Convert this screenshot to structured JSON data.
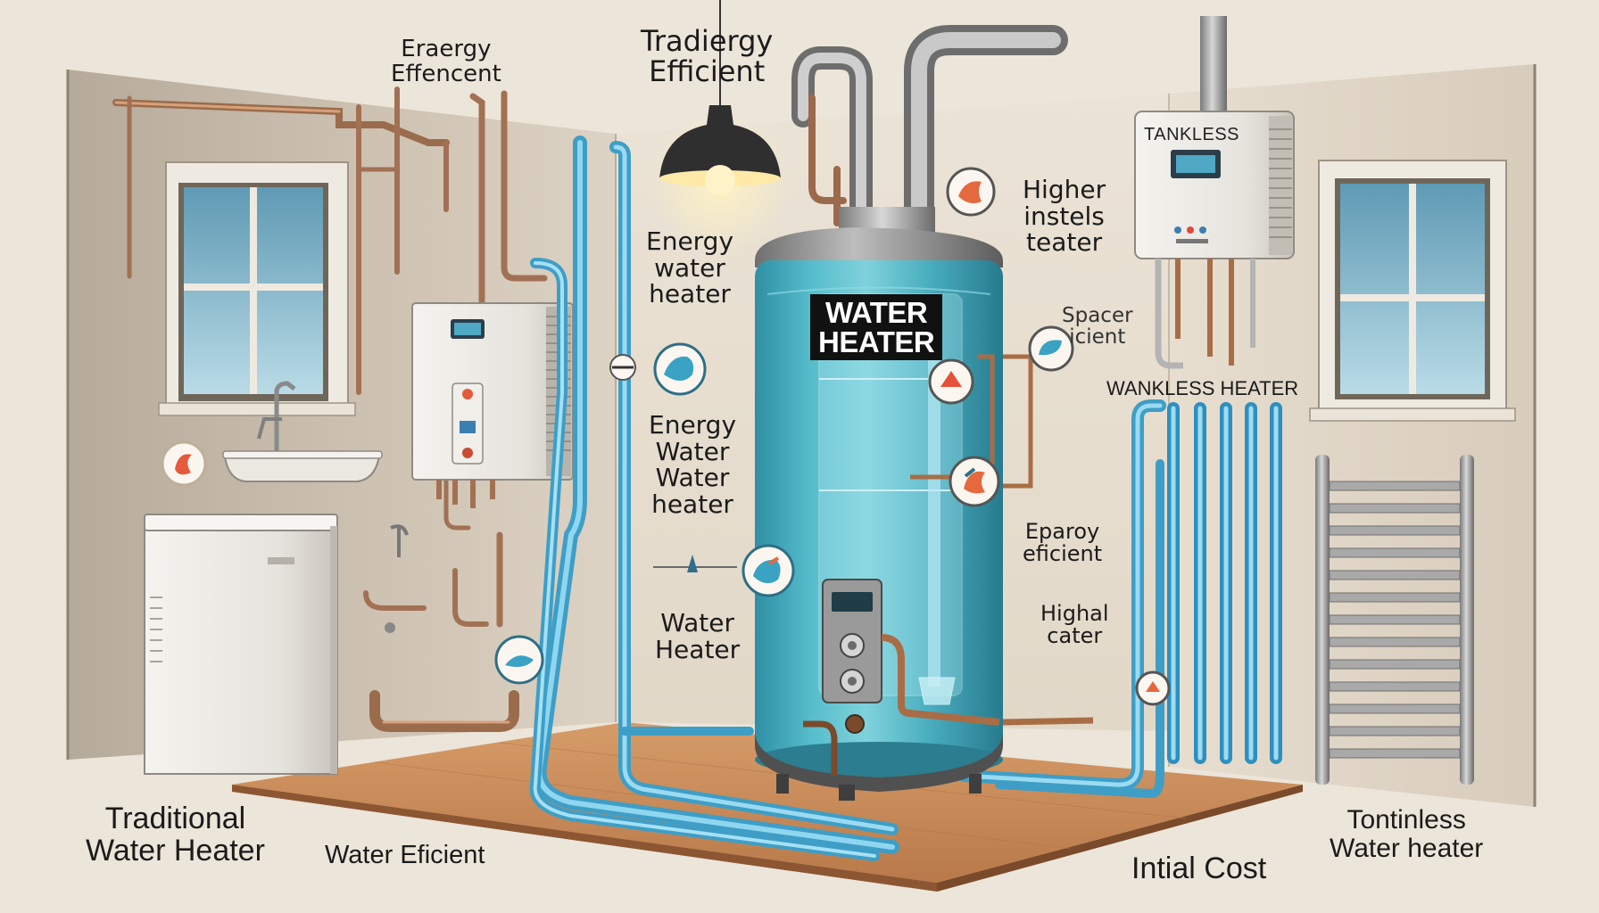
{
  "colors": {
    "wall": "#e4dacb",
    "floor": "#c98d5c",
    "tank": "#4fb7c6",
    "cold_pipe": "#59b9de",
    "copper_pipe": "#b7825c",
    "appliance": "#e9e7e3"
  },
  "labels": {
    "top_left": [
      "Eraergy",
      "Effencent"
    ],
    "top_center": [
      "Tradiergy",
      "Efficient"
    ],
    "energy_water_heater_1": [
      "Energy",
      "water",
      "heater"
    ],
    "energy_water_heater_2": [
      "Energy",
      "Water",
      "Water",
      "heater"
    ],
    "water_heater_mid": [
      "Water",
      "Heater"
    ],
    "higher_installs": [
      "Higher",
      "instels",
      "teater"
    ],
    "space_efficient": [
      "Spacer",
      "icient"
    ],
    "wankless_heater": "WANKLESS HEATER",
    "eparoy_efficient": [
      "Eparoy",
      "eficient"
    ],
    "highal_cater": [
      "Highal",
      "cater"
    ],
    "tankless_unit": "TANKLESS",
    "tank_plate": [
      "WATER",
      "HEATER"
    ]
  },
  "captions": {
    "traditional": [
      "Traditional",
      "Water Heater"
    ],
    "water_efficient": "Water Eficient",
    "initial_cost": "Intial Cost",
    "tankless": [
      "Tontinless",
      "Water heater"
    ]
  },
  "icons": [
    "flame-badge-icon",
    "water-drop-badge-icon",
    "shower-badge-icon",
    "leaf-badge-icon",
    "gauge-badge-icon",
    "pressure-gauge-icon"
  ]
}
